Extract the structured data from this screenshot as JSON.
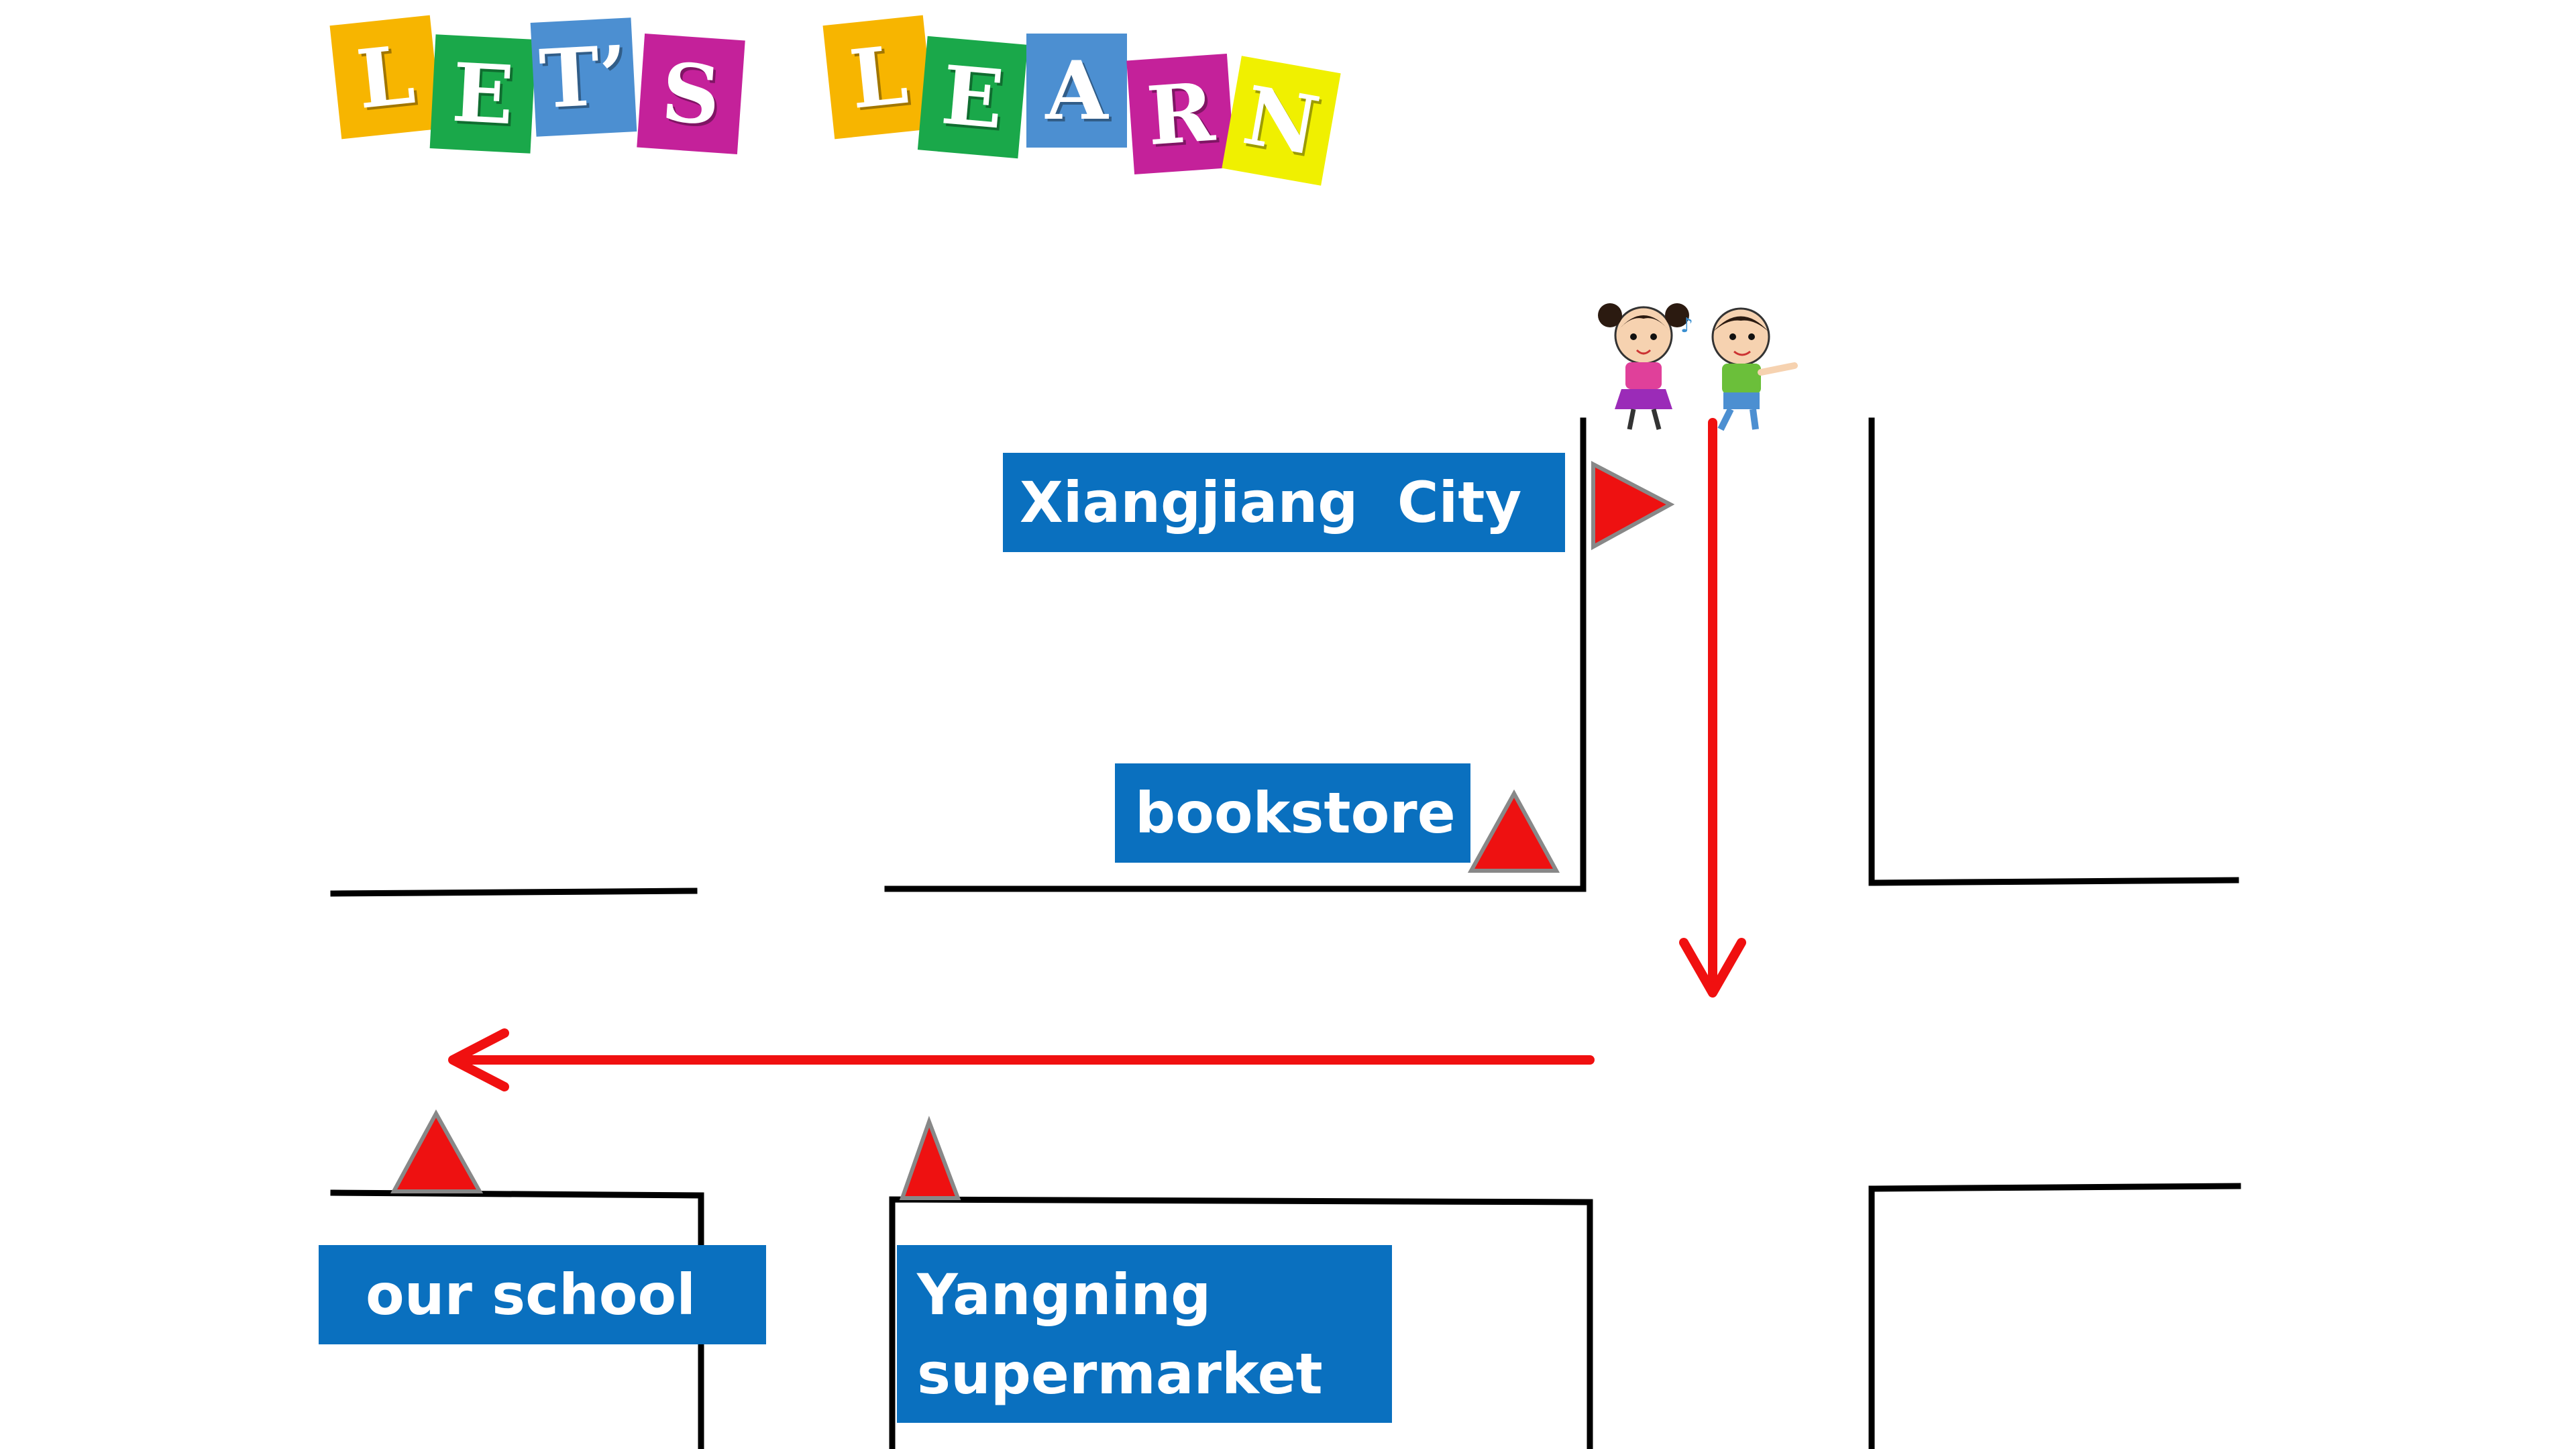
{
  "title": {
    "letters": [
      {
        "char": "L",
        "color": "#f7b500"
      },
      {
        "char": "E",
        "color": "#1aa84a"
      },
      {
        "char": "T’",
        "color": "#4c8fd1"
      },
      {
        "char": "S",
        "color": "#c4219a"
      },
      {
        "char": "L",
        "color": "#f7b500"
      },
      {
        "char": "E",
        "color": "#1aa84a"
      },
      {
        "char": "A",
        "color": "#4c8fd1"
      },
      {
        "char": "R",
        "color": "#c4219a"
      },
      {
        "char": "N",
        "color": "#f0f000"
      }
    ]
  },
  "places": {
    "xiangjiang_city": "Xiangjiang  City",
    "bookstore": "bookstore",
    "our_school": "our school",
    "yangning_line1": "Yangning",
    "yangning_line2": "supermarket"
  },
  "colors": {
    "route": "#f01010",
    "label_bg": "#0a70bf",
    "marker": "#ee1111",
    "road": "#000000"
  },
  "icons": [
    "flag-marker-icon",
    "triangle-marker-icon",
    "route-arrow-icon",
    "children-walking-icon"
  ]
}
